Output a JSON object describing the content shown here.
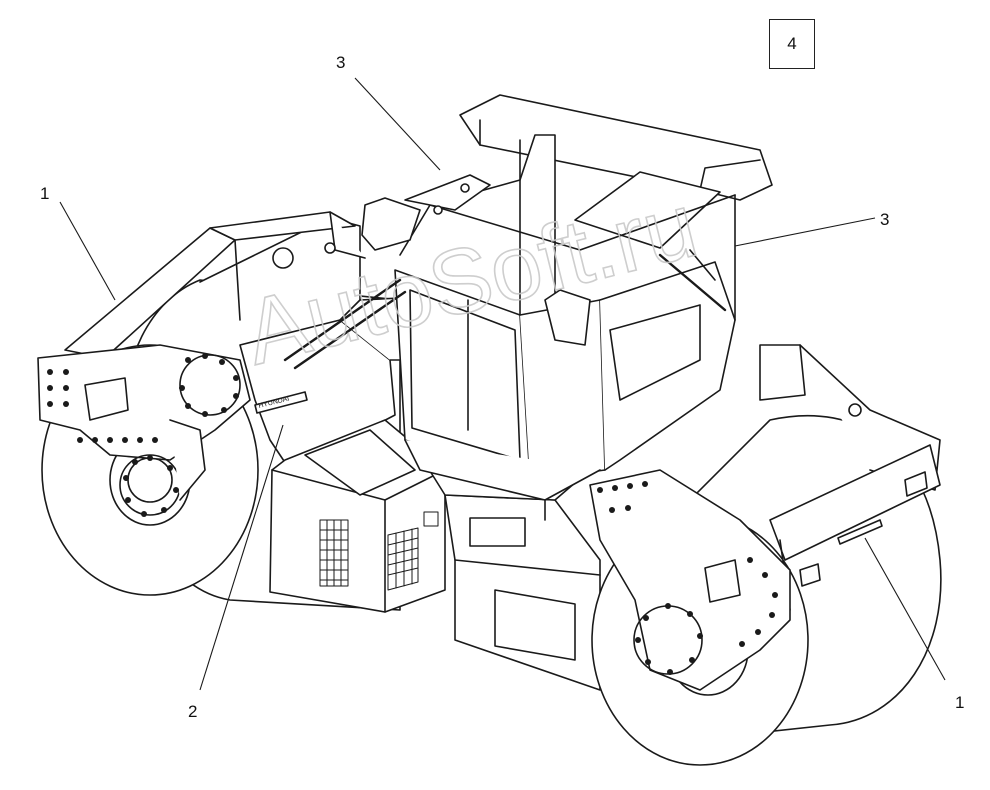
{
  "figure": {
    "panel_number": "4",
    "watermark": "AutoSoft.ru",
    "brand_badge": "HYUNDAI"
  },
  "callouts": [
    {
      "id": "c1a",
      "label": "1"
    },
    {
      "id": "c1b",
      "label": "1"
    },
    {
      "id": "c2",
      "label": "2"
    },
    {
      "id": "c3a",
      "label": "3"
    },
    {
      "id": "c3b",
      "label": "3"
    }
  ],
  "colors": {
    "line": "#1a1a1a",
    "paper": "#ffffff",
    "watermark": "#c9c9c9"
  }
}
